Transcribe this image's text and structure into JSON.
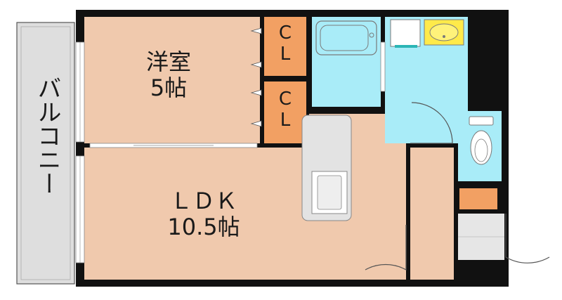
{
  "balcony": {
    "label": "バルコニー"
  },
  "western_room": {
    "name": "洋室",
    "size": "5帖"
  },
  "ldk": {
    "name": "ＬＤＫ",
    "size": "10.5帖"
  },
  "closets": [
    {
      "line1": "C",
      "line2": "L"
    },
    {
      "line1": "C",
      "line2": "L"
    }
  ],
  "colors": {
    "wall": "#111111",
    "room_floor": "#f0c9ad",
    "closet": "#f2a063",
    "wet_area": "#a9ecf8",
    "balcony": "#dedede",
    "fixture_yellow": "#ffea4a",
    "entry": "#e6e6e6"
  }
}
